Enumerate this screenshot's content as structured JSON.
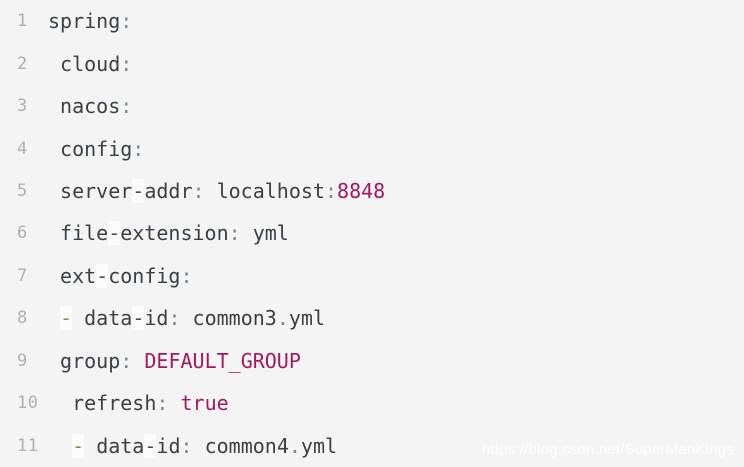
{
  "page": {
    "background": "#f4f4f4"
  },
  "code_block": {
    "language": "yaml",
    "colors": {
      "line_number": "#b0b0b3",
      "text": "#3b4045",
      "punct": "#7e8a93",
      "value": "#a51860",
      "list_dash": "#a08159",
      "inword_hyphen": "#554b44",
      "highlight_bg": "#fcfcfc"
    },
    "lines": [
      {
        "num": "1",
        "segments": [
          {
            "text": "spring",
            "type": "text"
          },
          {
            "text": ":",
            "type": "punct"
          }
        ]
      },
      {
        "num": "2",
        "segments": [
          {
            "text": " ",
            "type": "text"
          },
          {
            "text": "cloud",
            "type": "text"
          },
          {
            "text": ":",
            "type": "punct"
          }
        ]
      },
      {
        "num": "3",
        "segments": [
          {
            "text": " ",
            "type": "text"
          },
          {
            "text": "nacos",
            "type": "text"
          },
          {
            "text": ":",
            "type": "punct"
          }
        ]
      },
      {
        "num": "4",
        "segments": [
          {
            "text": " ",
            "type": "text"
          },
          {
            "text": "config",
            "type": "text"
          },
          {
            "text": ":",
            "type": "punct"
          }
        ]
      },
      {
        "num": "5",
        "segments": [
          {
            "text": " ",
            "type": "text"
          },
          {
            "text": "server",
            "type": "text"
          },
          {
            "text": "-",
            "type": "hyph"
          },
          {
            "text": "addr",
            "type": "text"
          },
          {
            "text": ":",
            "type": "punct"
          },
          {
            "text": " localhost",
            "type": "text"
          },
          {
            "text": ":",
            "type": "punct"
          },
          {
            "text": "8848",
            "type": "value"
          }
        ]
      },
      {
        "num": "6",
        "segments": [
          {
            "text": " ",
            "type": "text"
          },
          {
            "text": "file",
            "type": "text"
          },
          {
            "text": "-",
            "type": "hyph"
          },
          {
            "text": "extension",
            "type": "text"
          },
          {
            "text": ":",
            "type": "punct"
          },
          {
            "text": " yml",
            "type": "text"
          }
        ]
      },
      {
        "num": "7",
        "segments": [
          {
            "text": " ",
            "type": "text"
          },
          {
            "text": "ext",
            "type": "text"
          },
          {
            "text": "-",
            "type": "hyph"
          },
          {
            "text": "config",
            "type": "text"
          },
          {
            "text": ":",
            "type": "punct"
          }
        ]
      },
      {
        "num": "8",
        "segments": [
          {
            "text": " ",
            "type": "text"
          },
          {
            "text": "-",
            "type": "dash"
          },
          {
            "text": " ",
            "type": "text"
          },
          {
            "text": "data",
            "type": "text"
          },
          {
            "text": "-",
            "type": "hyph"
          },
          {
            "text": "id",
            "type": "text"
          },
          {
            "text": ":",
            "type": "punct"
          },
          {
            "text": " common3",
            "type": "text"
          },
          {
            "text": ".",
            "type": "punct"
          },
          {
            "text": "yml",
            "type": "text"
          }
        ]
      },
      {
        "num": "9",
        "segments": [
          {
            "text": " ",
            "type": "text"
          },
          {
            "text": "group",
            "type": "text"
          },
          {
            "text": ":",
            "type": "punct"
          },
          {
            "text": " ",
            "type": "text"
          },
          {
            "text": "DEFAULT_GROUP",
            "type": "value"
          }
        ]
      },
      {
        "num": "10",
        "segments": [
          {
            "text": "  ",
            "type": "text"
          },
          {
            "text": "refresh",
            "type": "text"
          },
          {
            "text": ":",
            "type": "punct"
          },
          {
            "text": " ",
            "type": "text"
          },
          {
            "text": "true",
            "type": "value"
          }
        ]
      },
      {
        "num": "11",
        "segments": [
          {
            "text": "  ",
            "type": "text"
          },
          {
            "text": "-",
            "type": "dash"
          },
          {
            "text": " ",
            "type": "text"
          },
          {
            "text": "data",
            "type": "text"
          },
          {
            "text": "-",
            "type": "hyph"
          },
          {
            "text": "id",
            "type": "text"
          },
          {
            "text": ":",
            "type": "punct"
          },
          {
            "text": " common4",
            "type": "text"
          },
          {
            "text": ".",
            "type": "punct"
          },
          {
            "text": "yml",
            "type": "text"
          }
        ]
      }
    ]
  },
  "watermark": {
    "text": "https://blog.csdn.net/SuperManKings"
  }
}
